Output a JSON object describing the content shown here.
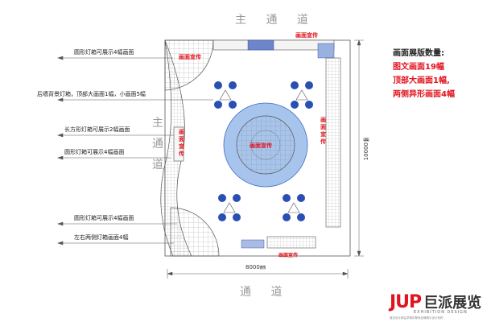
{
  "aisles": {
    "top": "主 通 道",
    "left": [
      "主",
      "通",
      "道"
    ],
    "bottom": "通 道"
  },
  "annotations": [
    "圆形灯箱可展示4幅画面",
    "后墙背景灯箱，顶部大画面1幅，小画面5幅",
    "长方形灯箱可展示2幅画面",
    "圆形灯箱可展示4幅画面",
    "圆形灯箱可展示4幅画面",
    "左右两侧灯箱画面4幅"
  ],
  "graphic_labels": {
    "top": "画面宣传",
    "left_arch": "画面宣传",
    "left_rect": "画面宣传",
    "center": "画面宣传",
    "right": "画面宣传",
    "bottom_right": "画面宣传"
  },
  "counts": {
    "title": "画面展版数量:",
    "lines": [
      "图文画面19幅",
      "顶部大画面1幅,",
      "两侧异形画面4幅"
    ]
  },
  "dimensions": {
    "width": "8000㎜",
    "height": "10000㎜"
  },
  "logo": {
    "mark": "JUP",
    "name": "巨派展览",
    "sub": "EXHIBITION DESIGN",
    "tag": "展览设计精益求精的尊贵品牌展示设计机构"
  },
  "colors": {
    "accent": "#e0141e",
    "booth_blue": "#1f3fa8",
    "line": "#555555"
  }
}
